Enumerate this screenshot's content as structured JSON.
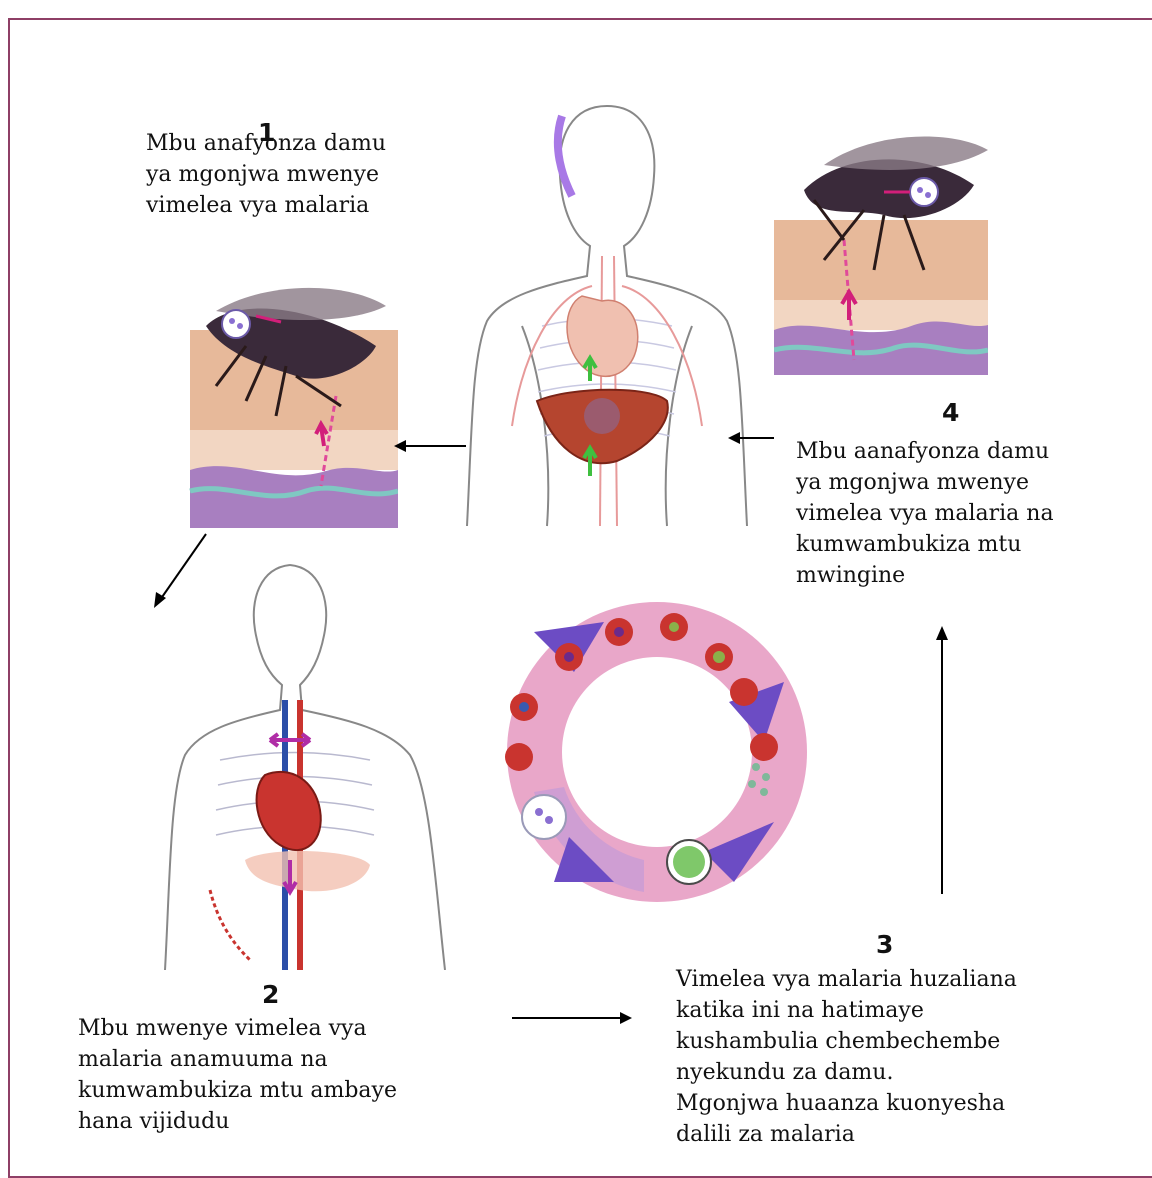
{
  "colors": {
    "frame": "#8e3f66",
    "skin": "#e7b99a",
    "dermis": "#f2d6c2",
    "blood": "#c9342f",
    "ring": "#e9a7c9",
    "ring_inner": "#c39ad7",
    "arrow_purple": "#6c4cc4"
  },
  "steps": [
    {
      "number": "1",
      "text": "Mbu anafyonza damu\nya mgonjwa mwenye\nvimelea vya malaria"
    },
    {
      "number": "2",
      "text": "Mbu mwenye vimelea vya\nmalaria anamuuma na\nkumwambukiza mtu ambaye\nhana vijidudu"
    },
    {
      "number": "3",
      "text": "Vimelea vya malaria huzaliana\nkatika ini na hatimaye\nkushambulia chembechembe\nnyekundu za damu.\nMgonjwa huaanza kuonyesha\ndalili za malaria"
    },
    {
      "number": "4",
      "text": "Mbu aanafyonza damu\nya mgonjwa mwenye\nvimelea vya malaria na\nkumwambukiza  mtu\nmwingine"
    }
  ],
  "icons": [
    "mosquito-icon",
    "human-body-icon",
    "liver-icon",
    "heart-icon",
    "red-blood-cell-icon"
  ]
}
